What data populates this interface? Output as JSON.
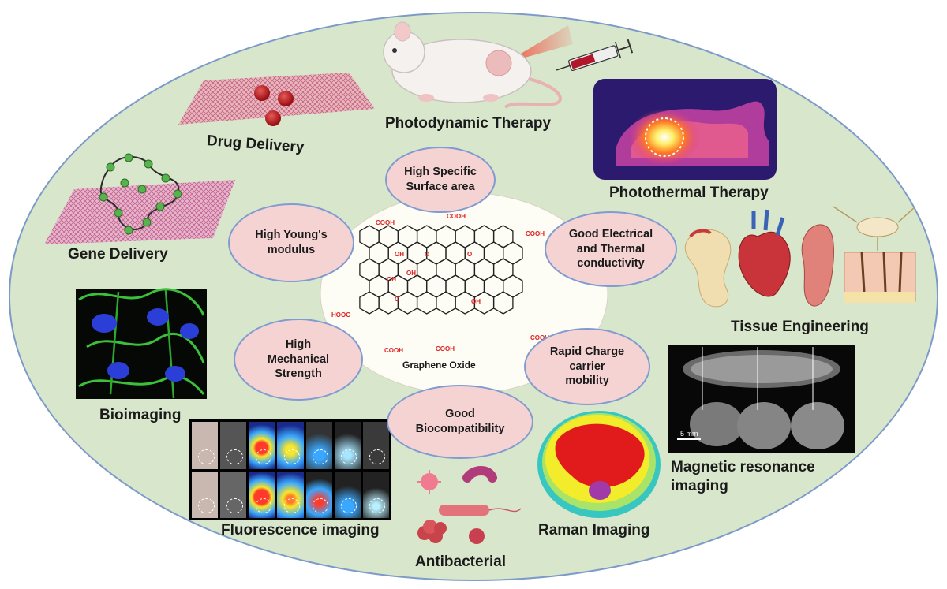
{
  "center": {
    "title": "Graphene Oxide",
    "groups": {
      "cooh": "COOH",
      "hooc": "HOOC",
      "oh": "OH",
      "o": "O"
    }
  },
  "properties": [
    {
      "id": "surface-area",
      "line1": "High Specific",
      "line2": "Surface area",
      "line3": ""
    },
    {
      "id": "youngs-modulus",
      "line1": "High Young's",
      "line2": "modulus",
      "line3": ""
    },
    {
      "id": "electrical-thermal",
      "line1": "Good Electrical",
      "line2": "and Thermal",
      "line3": "conductivity"
    },
    {
      "id": "mechanical-strength",
      "line1": "High",
      "line2": "Mechanical",
      "line3": "Strength"
    },
    {
      "id": "charge-mobility",
      "line1": "Rapid Charge",
      "line2": "carrier",
      "line3": "mobility"
    },
    {
      "id": "biocompatibility",
      "line1": "Good",
      "line2": "Biocompatibility",
      "line3": ""
    }
  ],
  "applications": {
    "drug_delivery": "Drug Delivery",
    "photodynamic": "Photodynamic Therapy",
    "photothermal": "Photothermal Therapy",
    "gene_delivery": "Gene Delivery",
    "tissue": "Tissue Engineering",
    "bioimaging": "Bioimaging",
    "mri_1": "Magnetic resonance",
    "mri_2": "imaging",
    "fluorescence": "Fluorescence imaging",
    "raman": "Raman Imaging",
    "antibacterial": "Antibacterial"
  },
  "mri_scale": "5 mm",
  "colors": {
    "outer_ellipse": "#d8e6cc",
    "outer_border": "#7d9bc9",
    "center_fill": "#fdfcf5",
    "property_fill": "#f6d3d3",
    "property_border": "#7f9bd0",
    "chem_red": "#dd2222"
  }
}
